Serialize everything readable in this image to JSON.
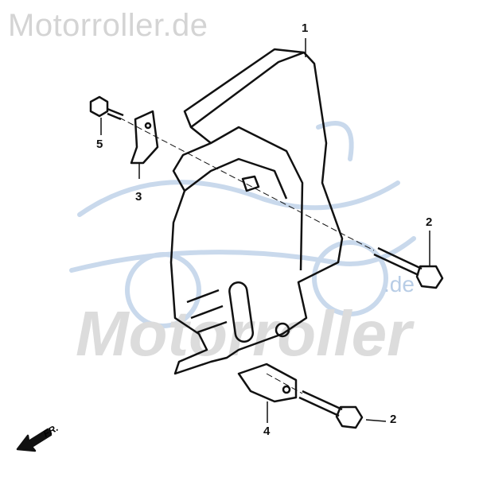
{
  "watermark": {
    "top": "Motorroller.de",
    "big": "Motorroller",
    "suffix": ".de"
  },
  "callouts": [
    "1",
    "2",
    "3",
    "4",
    "5",
    "2"
  ],
  "direction_label": "FR.",
  "colors": {
    "line": "#111111",
    "watermark_gray": "#d4d4d4",
    "watermark_blue": "#b8cde6"
  }
}
